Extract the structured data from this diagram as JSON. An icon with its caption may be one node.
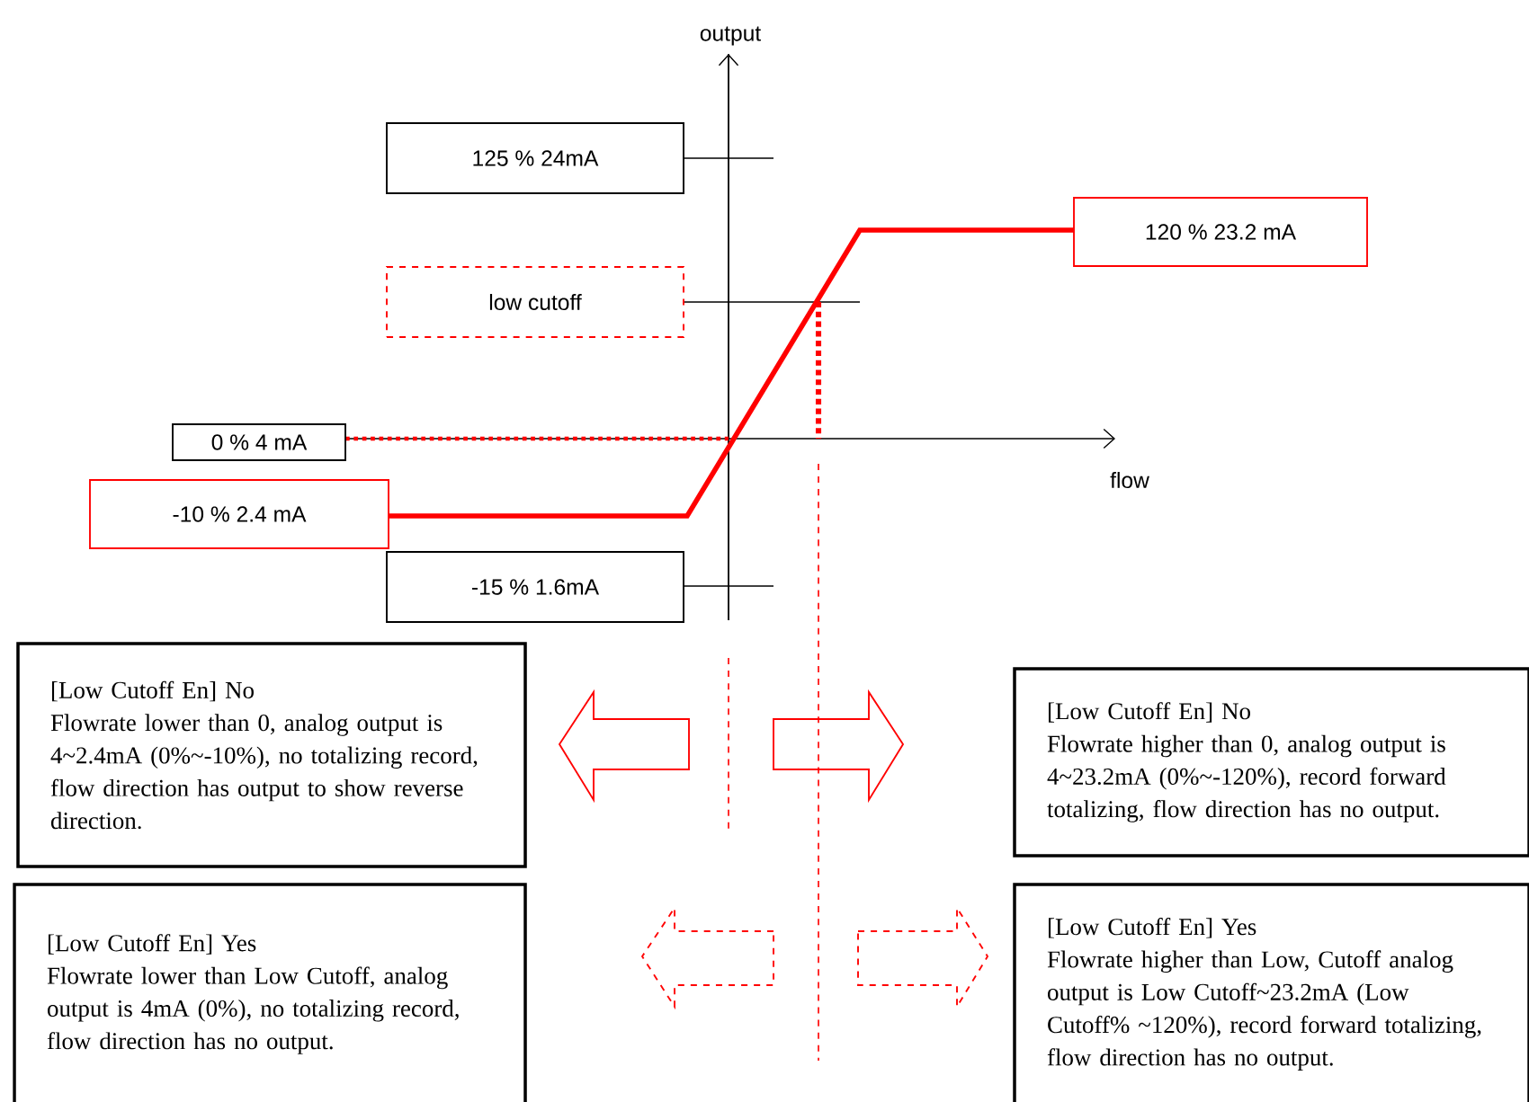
{
  "diagram": {
    "nodes": [
      {
        "text": [
          "125 % 24mA"
        ]
      },
      {
        "text": [
          "120 % 23.2 mA"
        ]
      },
      {
        "text": [
          "low cutoff"
        ]
      },
      {
        "text": [
          "0 % 4 mA"
        ]
      },
      {
        "text": [
          "-10 % 2.4 mA"
        ]
      },
      {
        "text": [
          "-15 % 1.6mA"
        ]
      },
      {
        "text": [
          "[Low Cutoff En] No",
          "Flowrate lower than 0, analog output is 4~2.4mA (0%~-10%), no totalizing record, flow direction has output to show reverse direction."
        ]
      },
      {
        "text": [
          "[Low Cutoff En] Yes",
          "Flowrate lower than Low Cutoff, analog output is 4mA (0%), no totalizing record, flow direction has no output."
        ]
      },
      {
        "text": [
          "[Low Cutoff En] No",
          "Flowrate higher than 0, analog output is 4~23.2mA (0%~-120%), record forward totalizing, flow direction has no output."
        ]
      },
      {
        "text": [
          "[Low Cutoff En] Yes",
          "Flowrate higher than Low, Cutoff analog output is Low Cutoff~23.2mA (Low Cutoff% ~120%), record forward totalizing, flow direction has no output."
        ]
      }
    ],
    "labels": [
      "output",
      "flow"
    ]
  }
}
